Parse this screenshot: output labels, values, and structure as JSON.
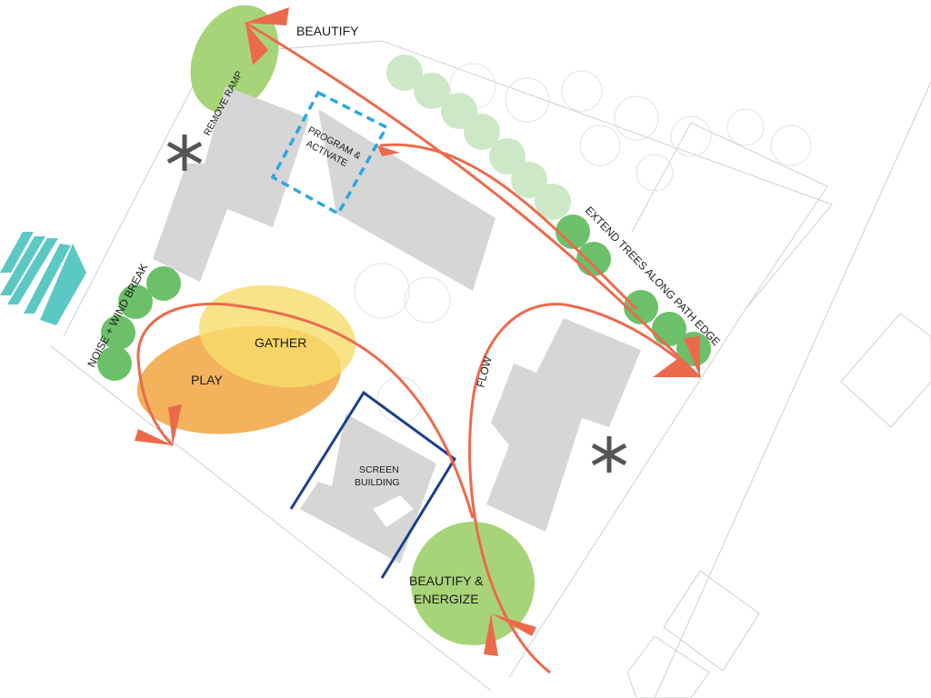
{
  "labels": {
    "beautify_top": "BEAUTIFY",
    "remove_ramp": "REMOVE RAMP",
    "program_activate_1": "PROGRAM &",
    "program_activate_2": "ACTIVATE",
    "extend_trees": "EXTEND TREES ALONG PATH EDGE",
    "noise_wind": "NOISE + WIND BREAK",
    "gather": "GATHER",
    "play": "PLAY",
    "flow": "FLOW",
    "screen_building_1": "SCREEN",
    "screen_building_2": "BUILDING",
    "beautify_energize_1": "BEAUTIFY &",
    "beautify_energize_2": "ENERGIZE"
  },
  "colors": {
    "arrow": "#ec6a4c",
    "green_zone": "#9fcf6a",
    "tree": "#6cc06a",
    "tree_light": "#cde8c6",
    "play": "#f2a540",
    "gather": "#f7dc6a",
    "program_outline": "#29a8e0",
    "screen_outline": "#1b3f8a",
    "wind": "#5cc8c4",
    "building": "#d6d6d6"
  }
}
